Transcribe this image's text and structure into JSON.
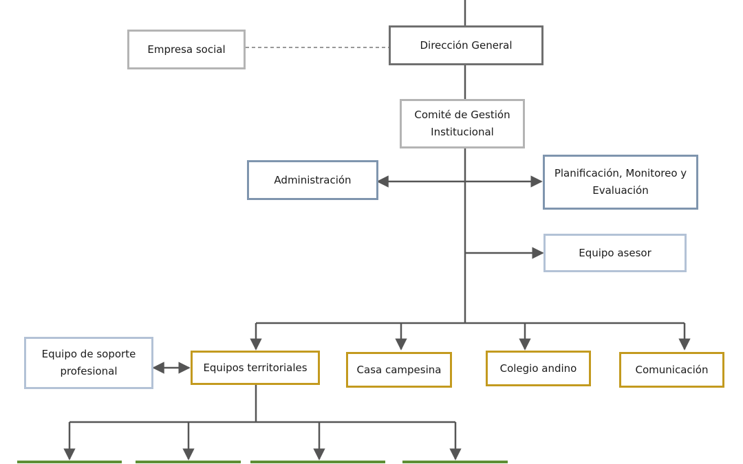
{
  "diagram": {
    "colors": {
      "connector": "#555555",
      "direction_border": "#6f6f6f",
      "neutral_border": "#b4b4b4",
      "staff_border": "#7f95ae",
      "advisory_border": "#b3c2d6",
      "operational_border": "#c39a1f",
      "territorial_unit_border": "#5e8f34"
    },
    "nodes": {
      "empresa_social": "Empresa social",
      "direccion_general": "Dirección General",
      "comite": "Comité de Gestión\nInstitucional",
      "administracion": "Administración",
      "planificacion": "Planificación, Monitoreo y\nEvaluación",
      "equipo_asesor": "Equipo asesor",
      "soporte": "Equipo de soporte\nprofesional",
      "equipos_territoriales": "Equipos territoriales",
      "casa_campesina": "Casa campesina",
      "colegio_andino": "Colegio andino",
      "comunicacion": "Comunicación"
    }
  }
}
